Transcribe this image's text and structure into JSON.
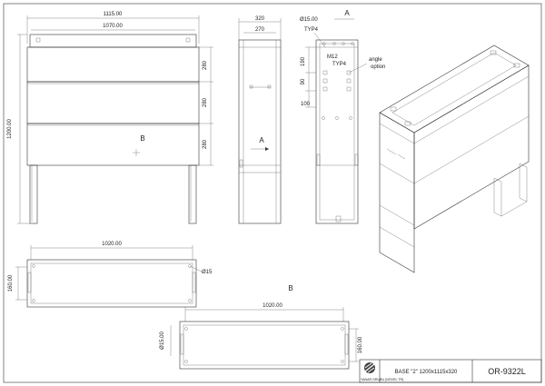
{
  "front": {
    "width_overall": "1115.00",
    "width_inner": "1070.00",
    "height": "1200.00",
    "panel_height_1": "280",
    "panel_height_2": "280",
    "panel_height_3": "280",
    "view_label": "B"
  },
  "side": {
    "width_outer": "320",
    "width_inner": "270",
    "view_label": "A"
  },
  "section": {
    "hole": "Ø15.00",
    "typ_1": "TYP4",
    "m12": "M12",
    "typ_2": "TYP4",
    "angle": "angle",
    "option": "option",
    "dim_190": "190",
    "dim_90": "90",
    "dim_100": "100",
    "view_label": "A"
  },
  "top_plan": {
    "width": "1020.00",
    "depth": "160.00",
    "hole": "Ø15"
  },
  "bottom_plan": {
    "view_label": "B",
    "width": "1020.00",
    "depth": "160.00",
    "hole": "Ø15.00"
  },
  "title_block": {
    "company": "YANAR GRUBU (NÖVEL TR)",
    "description": "BASE \"2\" 1200x1115x320",
    "part_number": "OR-9322L"
  }
}
